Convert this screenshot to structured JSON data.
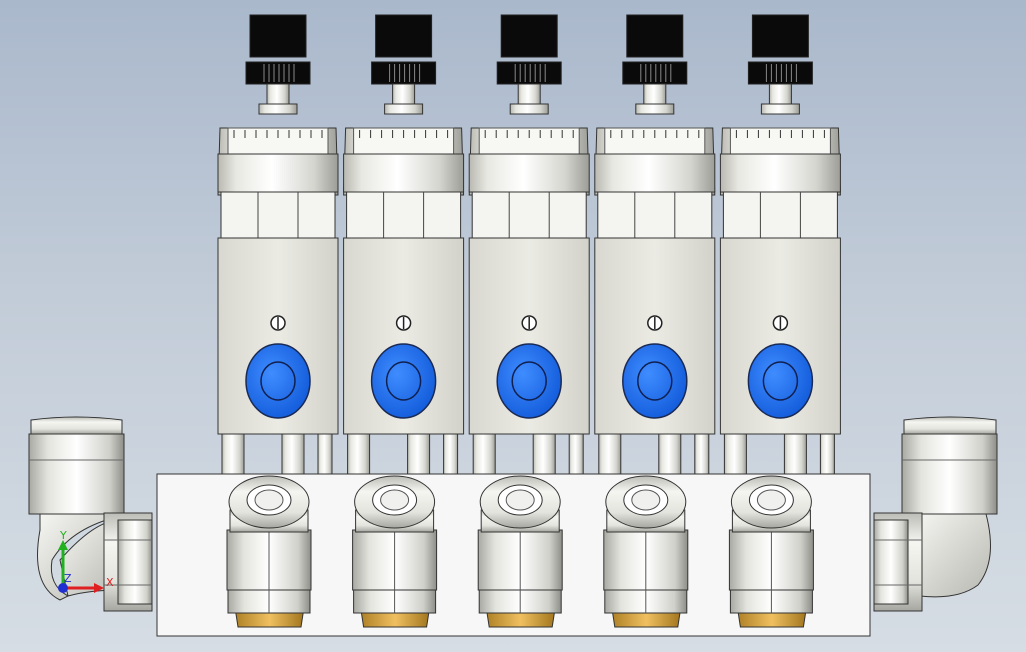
{
  "viewport": {
    "background_top": "#aab8cc",
    "background_bottom": "#d6dde4"
  },
  "assembly": {
    "regulator_count": 5,
    "knob_color": "#0a0a0a",
    "body_color": "#e6e6de",
    "port_color": "#1e6ef0",
    "manifold_color": "#f7f7f7",
    "fitting_color": "#eeeeee",
    "brass_color": "#d9a441"
  },
  "triad": {
    "x_label": "X",
    "y_label": "Y",
    "z_label": "Z",
    "x_color": "#e02020",
    "y_color": "#20b020",
    "z_color": "#2030d0"
  }
}
